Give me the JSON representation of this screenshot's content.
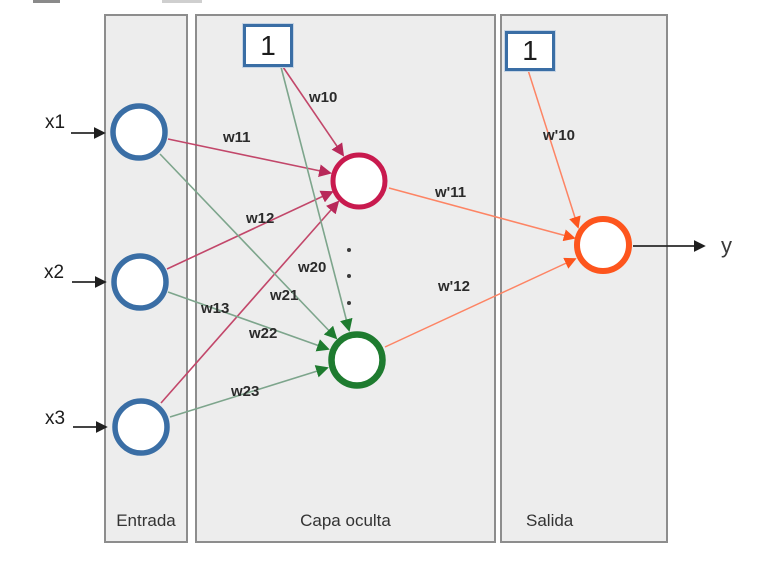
{
  "diagram_type": "neural-network-diagram",
  "panels": {
    "entrada": {
      "label": "Entrada"
    },
    "capa_oculta": {
      "label": "Capa oculta"
    },
    "salida": {
      "label": "Salida"
    }
  },
  "inputs": {
    "x1": "x1",
    "x2": "x2",
    "x3": "x3"
  },
  "biases": {
    "hidden": "1",
    "output": "1"
  },
  "output": {
    "label": "y"
  },
  "weights": {
    "w10": "w10",
    "w11": "w11",
    "w12": "w12",
    "w13": "w13",
    "w20": "w20",
    "w21": "w21",
    "w22": "w22",
    "w23": "w23",
    "wp10": "w'10",
    "wp11": "w'11",
    "wp12": "w'12"
  },
  "colors": {
    "input_node": "#3a6ea5",
    "hidden_node_top": "#c81a4e",
    "hidden_node_bottom": "#1e7b2f",
    "output_node": "#fd551d",
    "crimson_edge": "#c2476a",
    "green_edge": "#7da58c",
    "orange_edge": "#fd8464",
    "black_arrow": "#2a2a2a",
    "panel_fill": "#ededed",
    "panel_border": "#8d8d8d",
    "bias_box_border": "#3a6ea5"
  }
}
